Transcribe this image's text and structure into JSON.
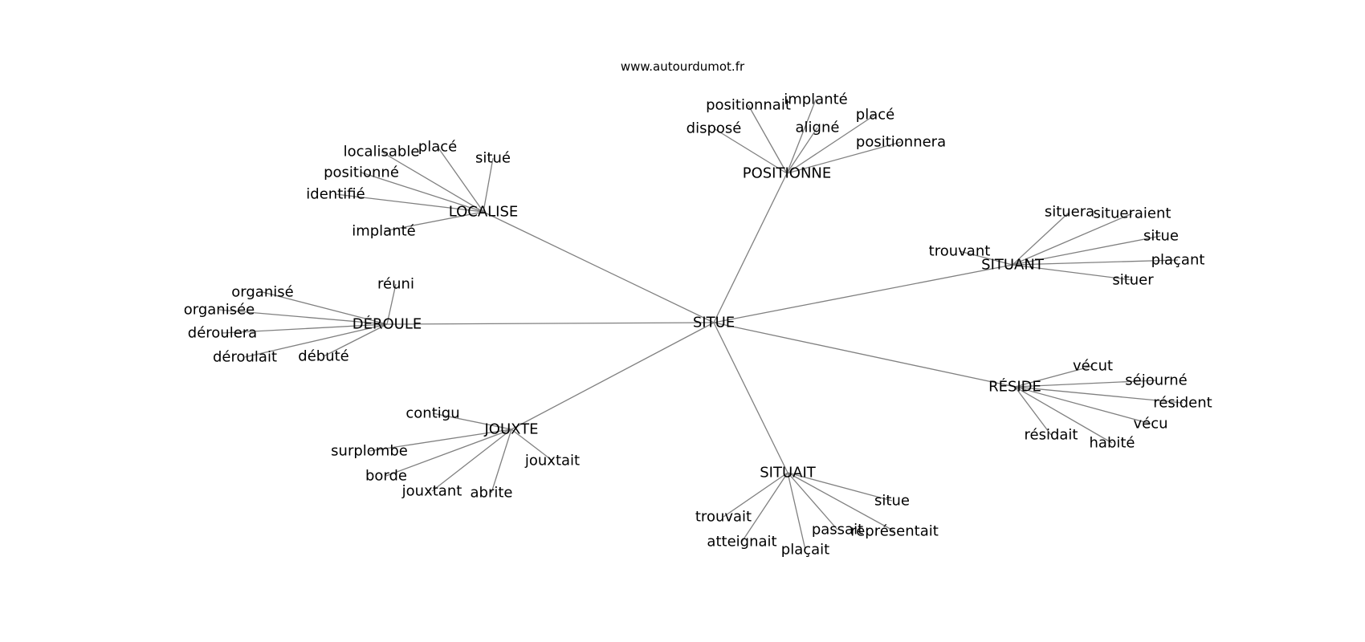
{
  "source": "www.autourdumot.fr",
  "colors": {
    "edge": "#808080",
    "text": "#000000",
    "background": "#ffffff"
  },
  "graph": {
    "center": "SITUE",
    "hubs": [
      {
        "id": "localise",
        "label": "LOCALISE",
        "leaves": [
          "localisable",
          "placé",
          "situé",
          "positionné",
          "identifié",
          "implanté"
        ]
      },
      {
        "id": "positionne",
        "label": "POSITIONNE",
        "leaves": [
          "positionnait",
          "implanté",
          "placé",
          "disposé",
          "aligné",
          "positionnera"
        ]
      },
      {
        "id": "situant",
        "label": "SITUANT",
        "leaves": [
          "situera",
          "situeraient",
          "situe",
          "trouvant",
          "plaçant",
          "situer"
        ]
      },
      {
        "id": "deroule",
        "label": "DÉROULE",
        "leaves": [
          "réuni",
          "organisé",
          "organisée",
          "déroulera",
          "déroulait",
          "débuté"
        ]
      },
      {
        "id": "reside",
        "label": "RÉSIDE",
        "leaves": [
          "vécut",
          "séjourné",
          "résident",
          "vécu",
          "résidait",
          "habité"
        ]
      },
      {
        "id": "jouxte",
        "label": "JOUXTE",
        "leaves": [
          "contigu",
          "surplombe",
          "borde",
          "jouxtait",
          "jouxtant",
          "abrite"
        ]
      },
      {
        "id": "situait",
        "label": "SITUAIT",
        "leaves": [
          "situe",
          "trouvait",
          "passait",
          "représentait",
          "atteignait",
          "plaçait"
        ]
      }
    ]
  }
}
